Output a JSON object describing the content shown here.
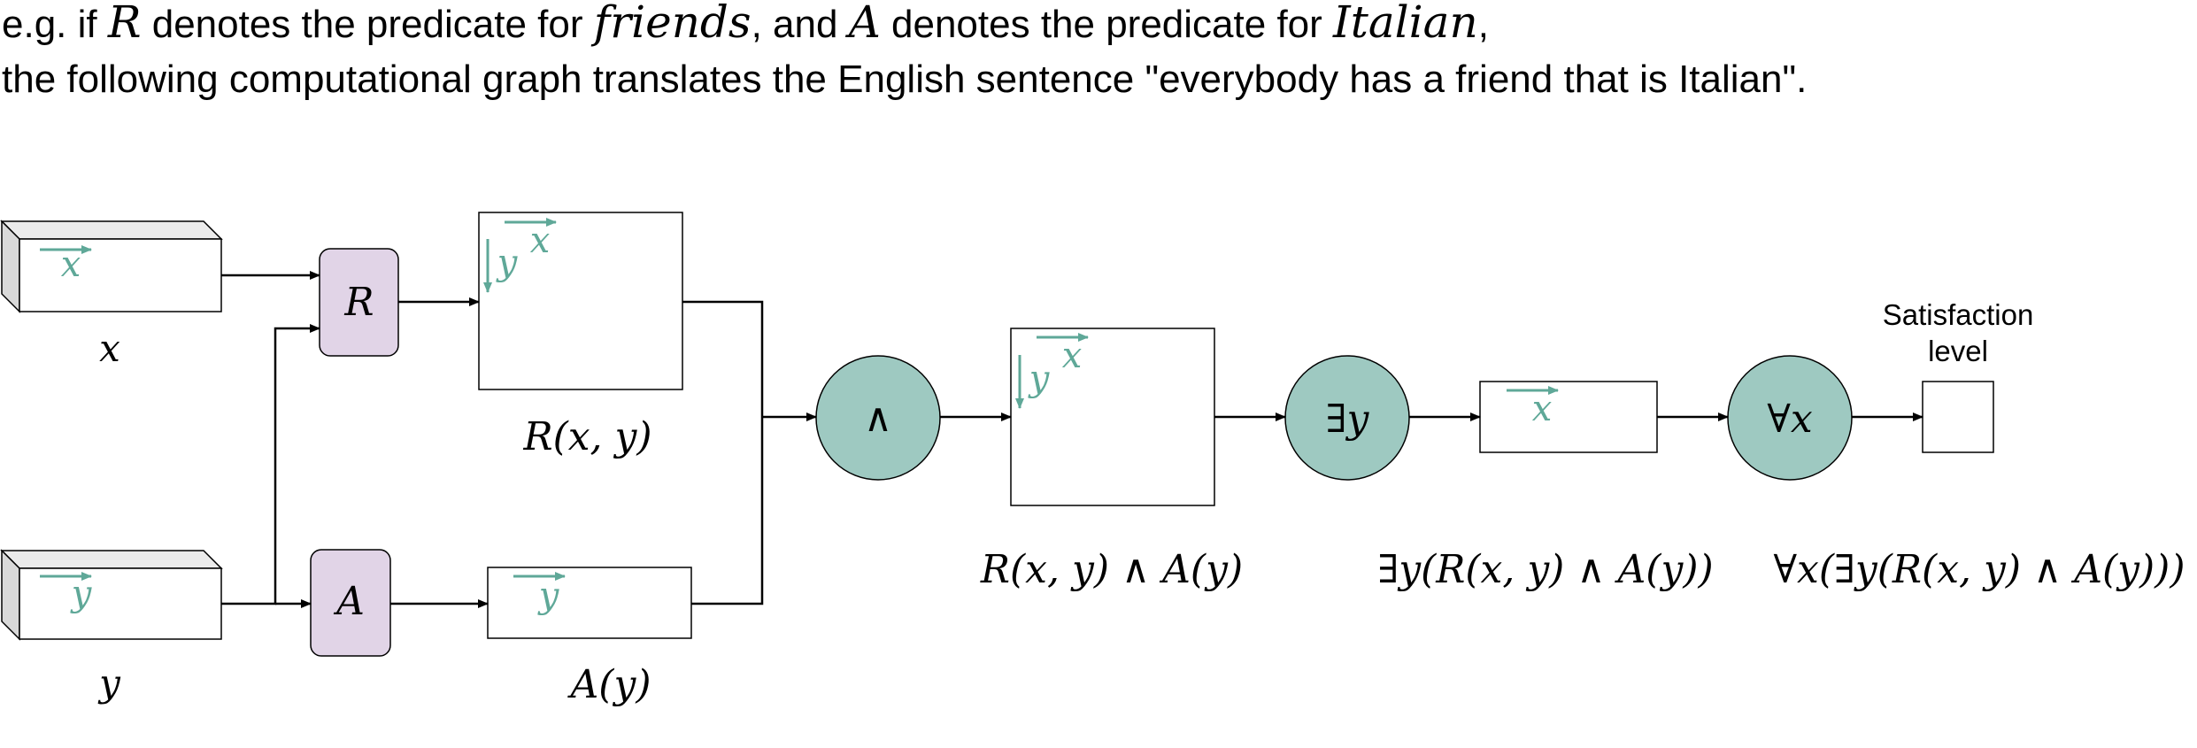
{
  "caption": {
    "line1": {
      "t1": "e.g. if ",
      "m1": "R",
      "t2": " denotes the predicate for ",
      "m2": "friends",
      "t3": ", and ",
      "m3": "A",
      "t4": " denotes the predicate for ",
      "m4": "Italian",
      "t5": ","
    },
    "line2": "the following computational graph translates the English sentence \"everybody has a friend that is Italian\"."
  },
  "inputs": {
    "x": {
      "axis": "x",
      "label": "x"
    },
    "y": {
      "axis": "y",
      "label": "y"
    }
  },
  "predicates": {
    "R": {
      "symbol": "R"
    },
    "A": {
      "symbol": "A"
    }
  },
  "tensors": {
    "Rxy": {
      "axis_h": "x",
      "axis_v": "y",
      "label": "R(x, y)"
    },
    "Ay": {
      "axis_h": "y",
      "label": "A(y)"
    },
    "and_out": {
      "axis_h": "x",
      "axis_v": "y",
      "label": "R(x, y) ∧ A(y)"
    },
    "exists_out": {
      "axis_h": "x",
      "label": "∃y(R(x, y) ∧ A(y))"
    },
    "forall_out": {
      "label": "∀x(∃y(R(x, y) ∧ A(y)))"
    }
  },
  "operators": {
    "and": {
      "symbol": "∧"
    },
    "exists": {
      "symbol": "∃y"
    },
    "forall": {
      "symbol": "∀x"
    }
  },
  "satisfaction": {
    "line1": "Satisfaction",
    "line2": "level"
  },
  "colors": {
    "teal": "#9ec9c1",
    "teal_dark": "#5fa898",
    "lilac": "#e1d4e7",
    "box_side": "#d9d9d9",
    "box_top": "#ebebeb",
    "stroke": "#000000"
  }
}
